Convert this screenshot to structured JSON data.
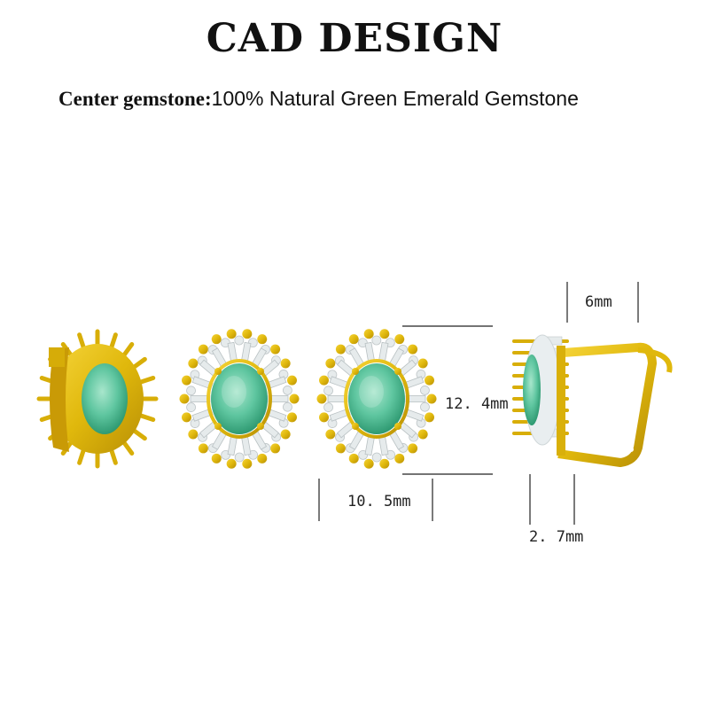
{
  "header": {
    "title": "CAD DESIGN",
    "subtitle_label": "Center gemstone:",
    "subtitle_value": "100% Natural Green Emerald Gemstone"
  },
  "dimensions": {
    "height": "12. 4mm",
    "width": "10. 5mm",
    "top": "6mm",
    "depth": "2. 7mm"
  },
  "colors": {
    "gold": "#e0b80c",
    "emerald": "#5fc6a0",
    "diamond": "#e6ebec"
  }
}
